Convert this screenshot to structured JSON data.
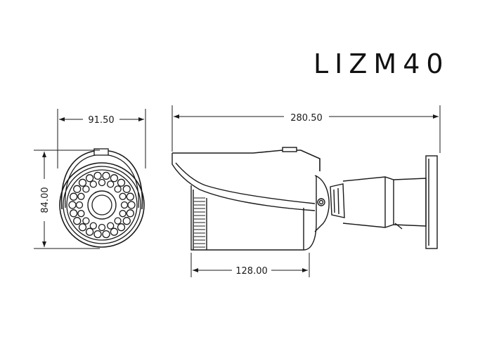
{
  "title": "LIZM40",
  "dimensions": {
    "front_width": "91.50",
    "front_height": "84.00",
    "total_length": "280.50",
    "housing_length": "128.00"
  },
  "colors": {
    "line": "#1a1a1a",
    "background": "#ffffff"
  }
}
